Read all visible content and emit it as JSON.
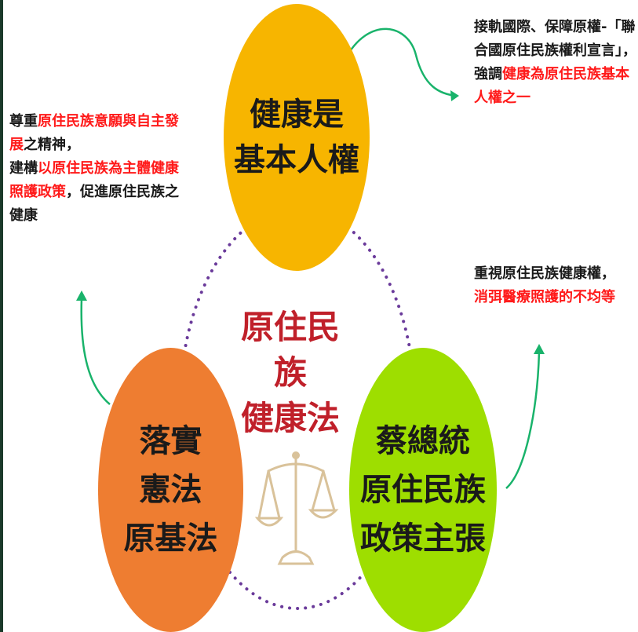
{
  "center": {
    "line1": "原住民族",
    "line2": "健康法"
  },
  "circles": {
    "top": {
      "lines": [
        "健康是",
        "基本人權"
      ],
      "color": "#f7b500"
    },
    "left": {
      "lines": [
        "落實",
        "憲法",
        "原基法"
      ],
      "color": "#ee7d31"
    },
    "right": {
      "lines": [
        "蔡總統",
        "原住民族",
        "政策主張"
      ],
      "color": "#9ede00"
    }
  },
  "notes": {
    "left": {
      "p1": "尊重",
      "h1": "原住民族意願與自主發展",
      "p2": "之精神，",
      "p3": "建構",
      "h2": "以原住民族為主體健康照護政策",
      "p4": "，促進原住民族之健康"
    },
    "top_right": {
      "p1": "接軌國際、保障原權-「聯合國原住民族權利宣言」，強調",
      "h1": "健康為原住民族基本人權之一"
    },
    "right": {
      "p1": "重視原住民族健康權，",
      "h1": "消弭醫療照護的不均等"
    }
  },
  "colors": {
    "title": "#c0202a",
    "highlight": "#ff1a1a",
    "arrow": "#19b36b",
    "dots": "#6a3a9a",
    "scale": "#d9c29a"
  },
  "icons": {
    "scale": "balance-scale-icon"
  }
}
